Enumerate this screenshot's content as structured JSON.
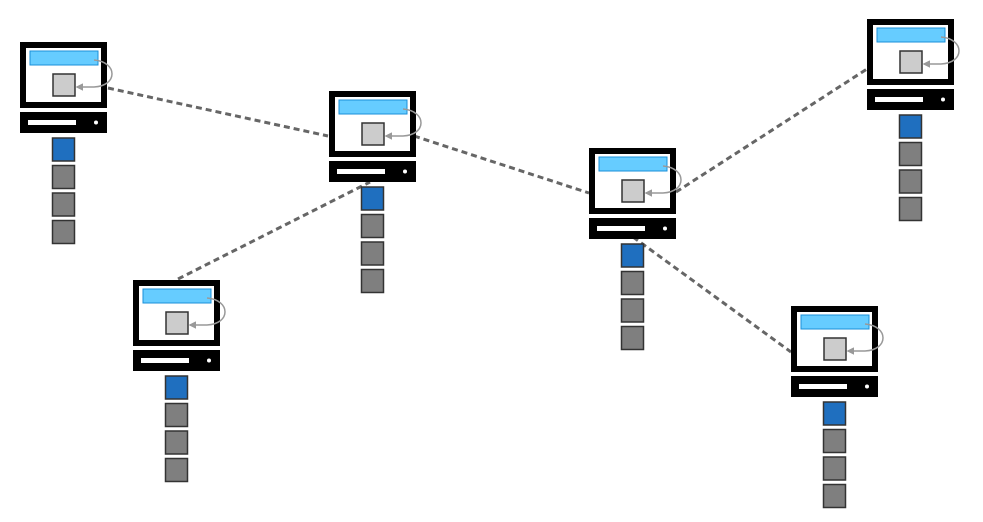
{
  "colors": {
    "background": "#ffffff",
    "frame": "#000000",
    "screen": "#ffffff",
    "screen_bar": "#66ccff",
    "screen_bar_border": "#1a8fd8",
    "window_box": "#cccccc",
    "window_box_border": "#333333",
    "loop_arrow": "#999999",
    "base_slot": "#ffffff",
    "link": "#666666",
    "block_active": "#1f6fbf",
    "block_idle": "#7f7f7f",
    "block_border": "#333333"
  },
  "icons": {
    "node": "computer-node-icon",
    "loop": "circular-arrow-icon",
    "block": "block-icon"
  },
  "nodes": [
    {
      "id": "node-1",
      "blocks": [
        "active",
        "idle",
        "idle",
        "idle"
      ]
    },
    {
      "id": "node-2",
      "blocks": [
        "active",
        "idle",
        "idle",
        "idle"
      ]
    },
    {
      "id": "node-3",
      "blocks": [
        "active",
        "idle",
        "idle",
        "idle"
      ]
    },
    {
      "id": "node-4",
      "blocks": [
        "active",
        "idle",
        "idle",
        "idle"
      ]
    },
    {
      "id": "node-5",
      "blocks": [
        "active",
        "idle",
        "idle",
        "idle"
      ]
    },
    {
      "id": "node-6",
      "blocks": [
        "active",
        "idle",
        "idle",
        "idle"
      ]
    }
  ],
  "links": [
    {
      "from": "node-1",
      "to": "node-2"
    },
    {
      "from": "node-2",
      "to": "node-3"
    },
    {
      "from": "node-2",
      "to": "node-4"
    },
    {
      "from": "node-4",
      "to": "node-5"
    },
    {
      "from": "node-4",
      "to": "node-6"
    }
  ]
}
